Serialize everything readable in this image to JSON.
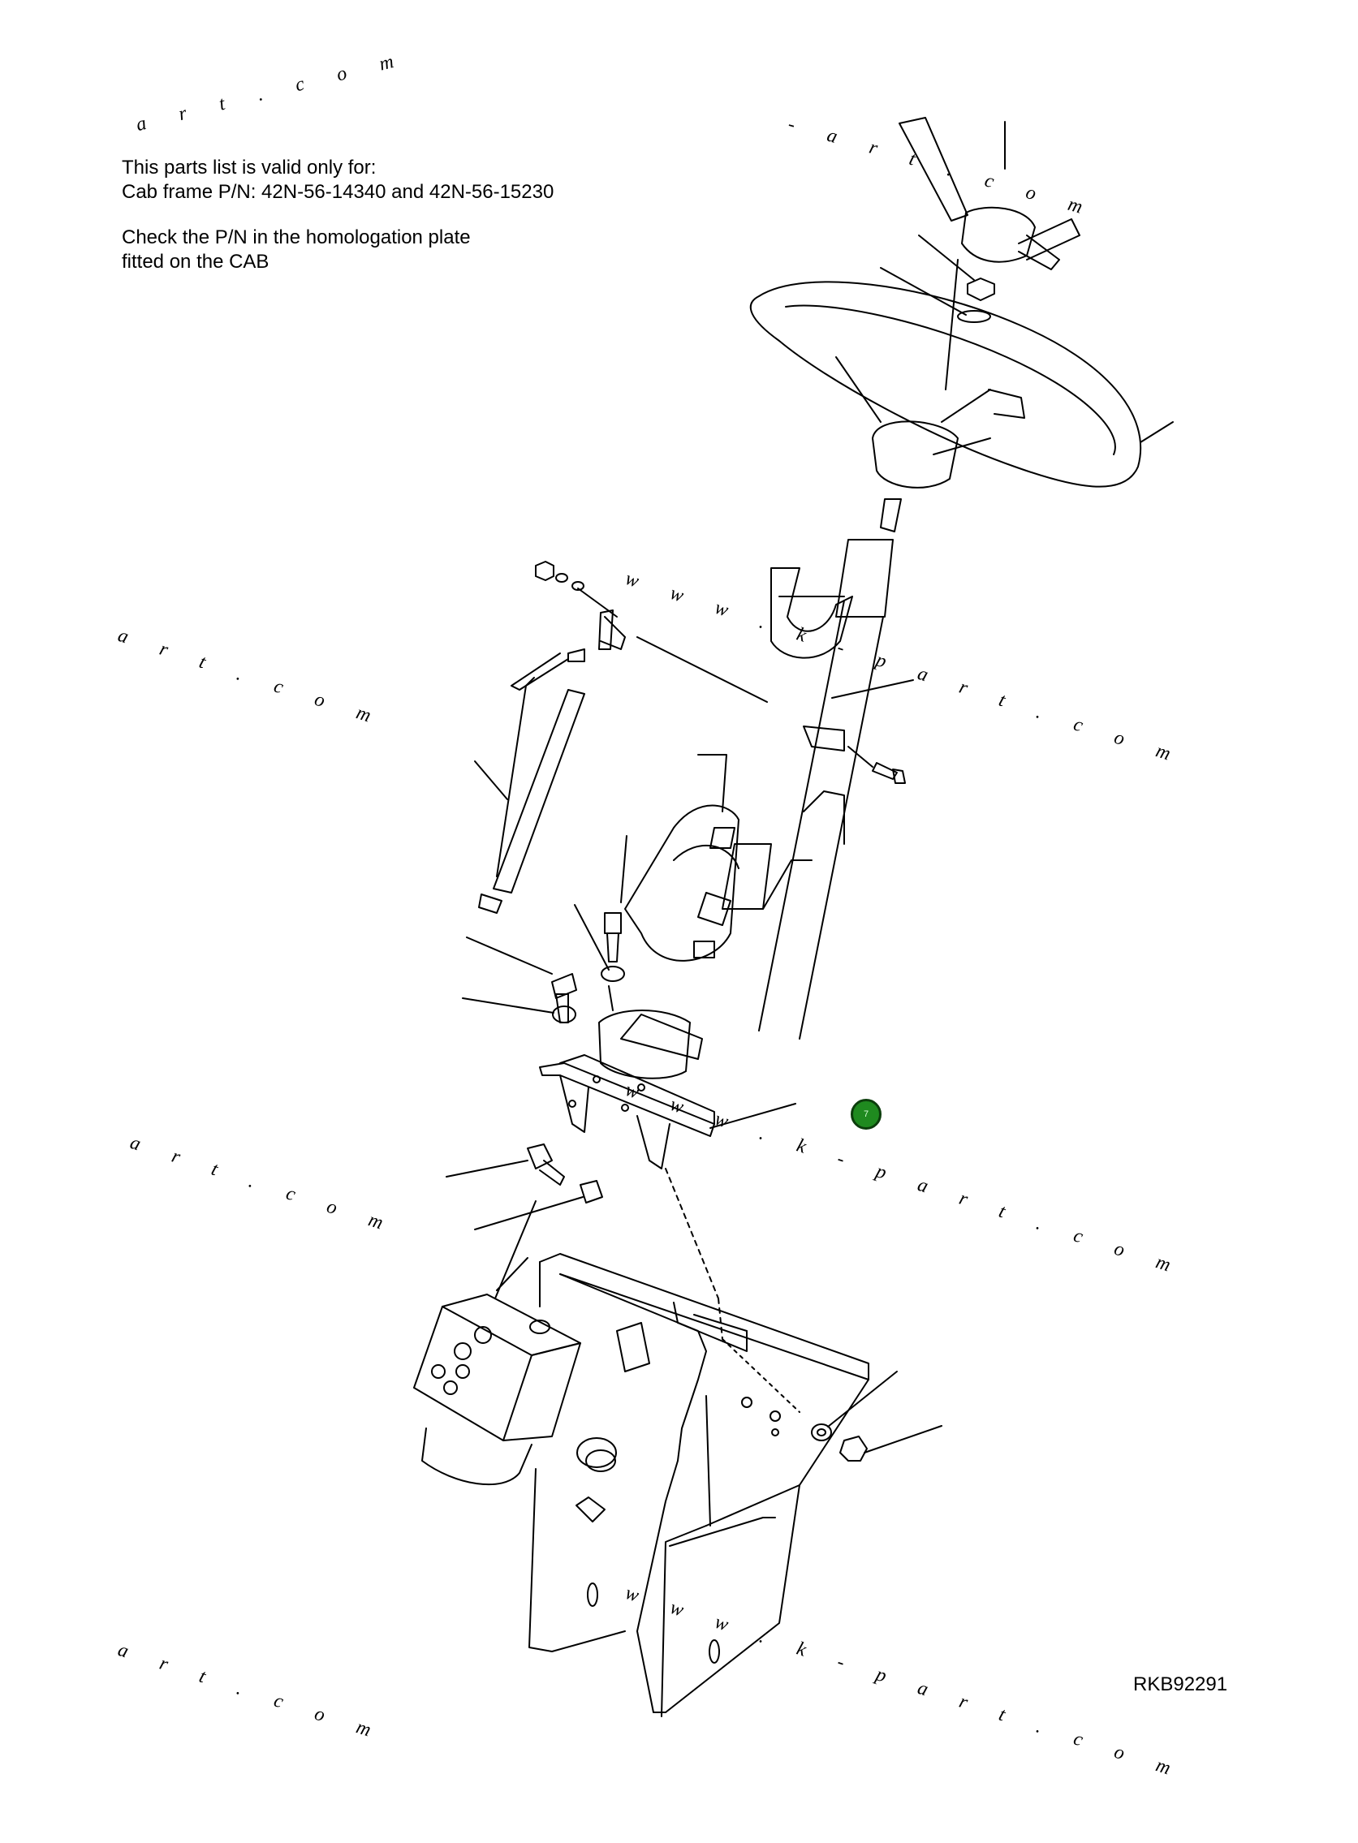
{
  "notes": {
    "line1": "This parts list is valid only for:",
    "line2": "Cab frame P/N: 42N-56-14340 and 42N-56-15230",
    "line3": "Check the P/N in the homologation plate",
    "line4": "fitted on the CAB"
  },
  "reference_code": "RKB92291",
  "watermarks": {
    "short": "a r t . c o m",
    "full": "w w w . k - p a r t . c o m",
    "top_right": "- a r t . c o m"
  },
  "hotspot": {
    "label": "7",
    "color": "#1f8a1f"
  }
}
